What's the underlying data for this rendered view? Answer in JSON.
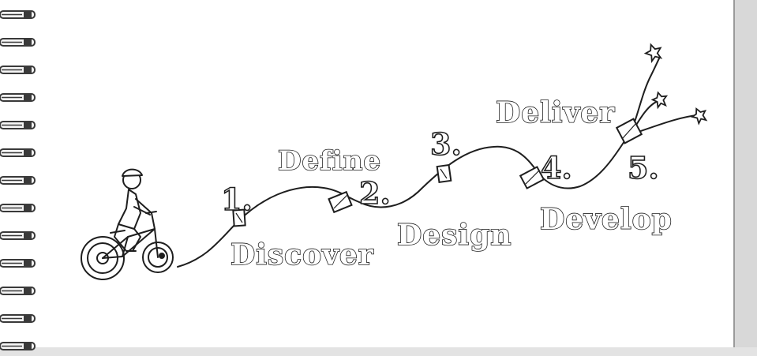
{
  "stages": [
    {
      "number": "1.",
      "label": "Discover"
    },
    {
      "number": "2.",
      "label": "Design"
    },
    {
      "number": "3.",
      "label": "Define"
    },
    {
      "number": "4.",
      "label": "Develop"
    },
    {
      "number": "5.",
      "label": "Deliver"
    }
  ],
  "ink_color": "#1e1e1e",
  "paper_color": "#ffffff",
  "binding_color": "#3a3a3a",
  "icons": [
    "cyclist-icon",
    "star-icon"
  ]
}
